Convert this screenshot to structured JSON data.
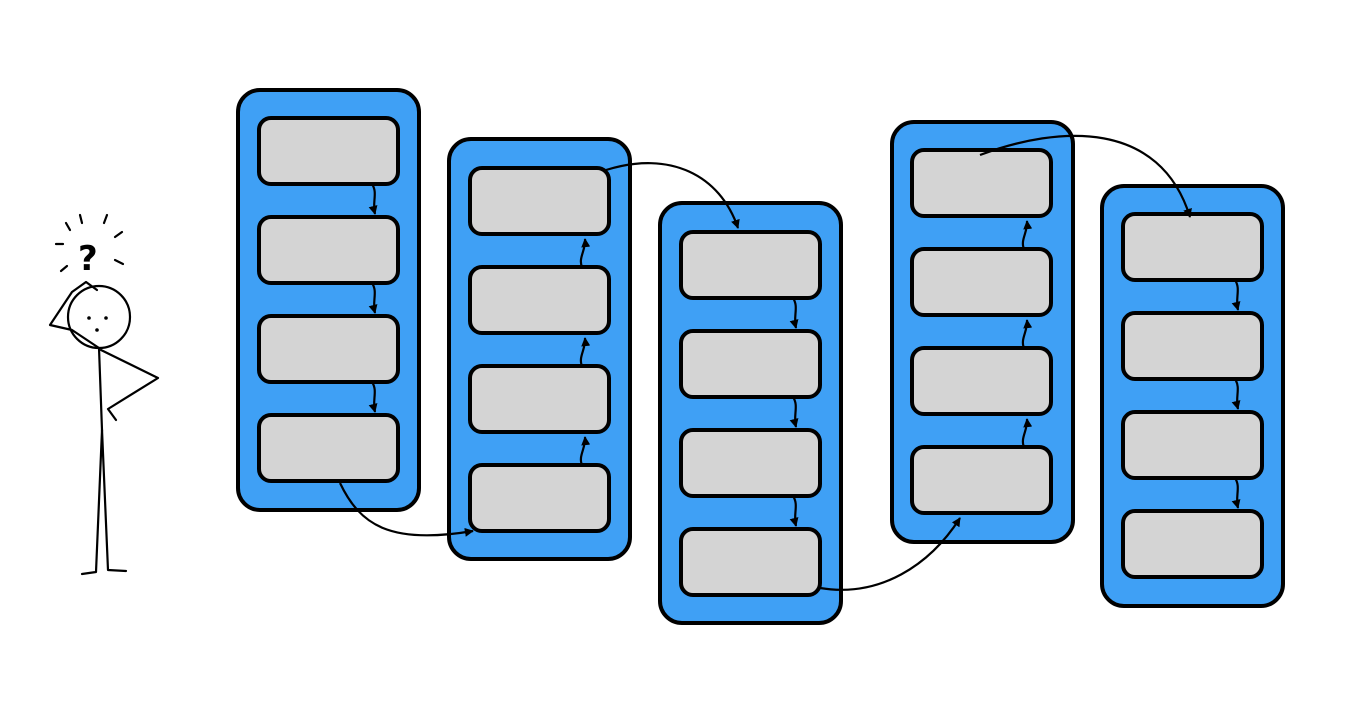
{
  "diagram": {
    "background": "#ffffff",
    "container_color": "#3fa0f5",
    "box_color": "#d4d4d4",
    "stroke_color": "#000000",
    "columns": [
      {
        "boxes": 4,
        "flow": "down"
      },
      {
        "boxes": 4,
        "flow": "up"
      },
      {
        "boxes": 4,
        "flow": "down"
      },
      {
        "boxes": 4,
        "flow": "up"
      },
      {
        "boxes": 4,
        "flow": "down"
      }
    ],
    "figure": {
      "icon": "confused-stick-figure-icon",
      "symbol": "?"
    }
  }
}
